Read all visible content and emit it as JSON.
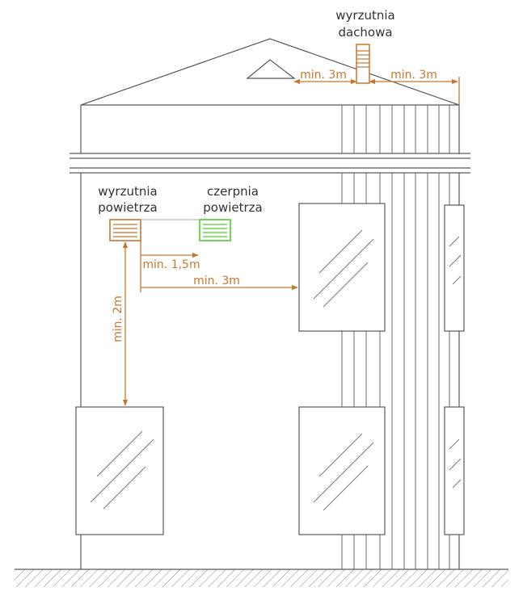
{
  "labels": {
    "roof_exhaust_line1": "wyrzutnia",
    "roof_exhaust_line2": "dachowa",
    "air_exhaust_line1": "wyrzutnia",
    "air_exhaust_line2": "powietrza",
    "air_intake_line1": "czerpnia",
    "air_intake_line2": "powietrza"
  },
  "dimensions": {
    "roof_to_dormer": "min. 3m",
    "roof_to_edge": "min. 3m",
    "exhaust_to_intake": "min. 1,5m",
    "exhaust_to_window": "min. 3m",
    "exhaust_to_lower_window": "min. 2m"
  },
  "colors": {
    "exhaust": "#c8762f",
    "intake": "#4ccc2a",
    "outline": "#5a5a5a"
  }
}
